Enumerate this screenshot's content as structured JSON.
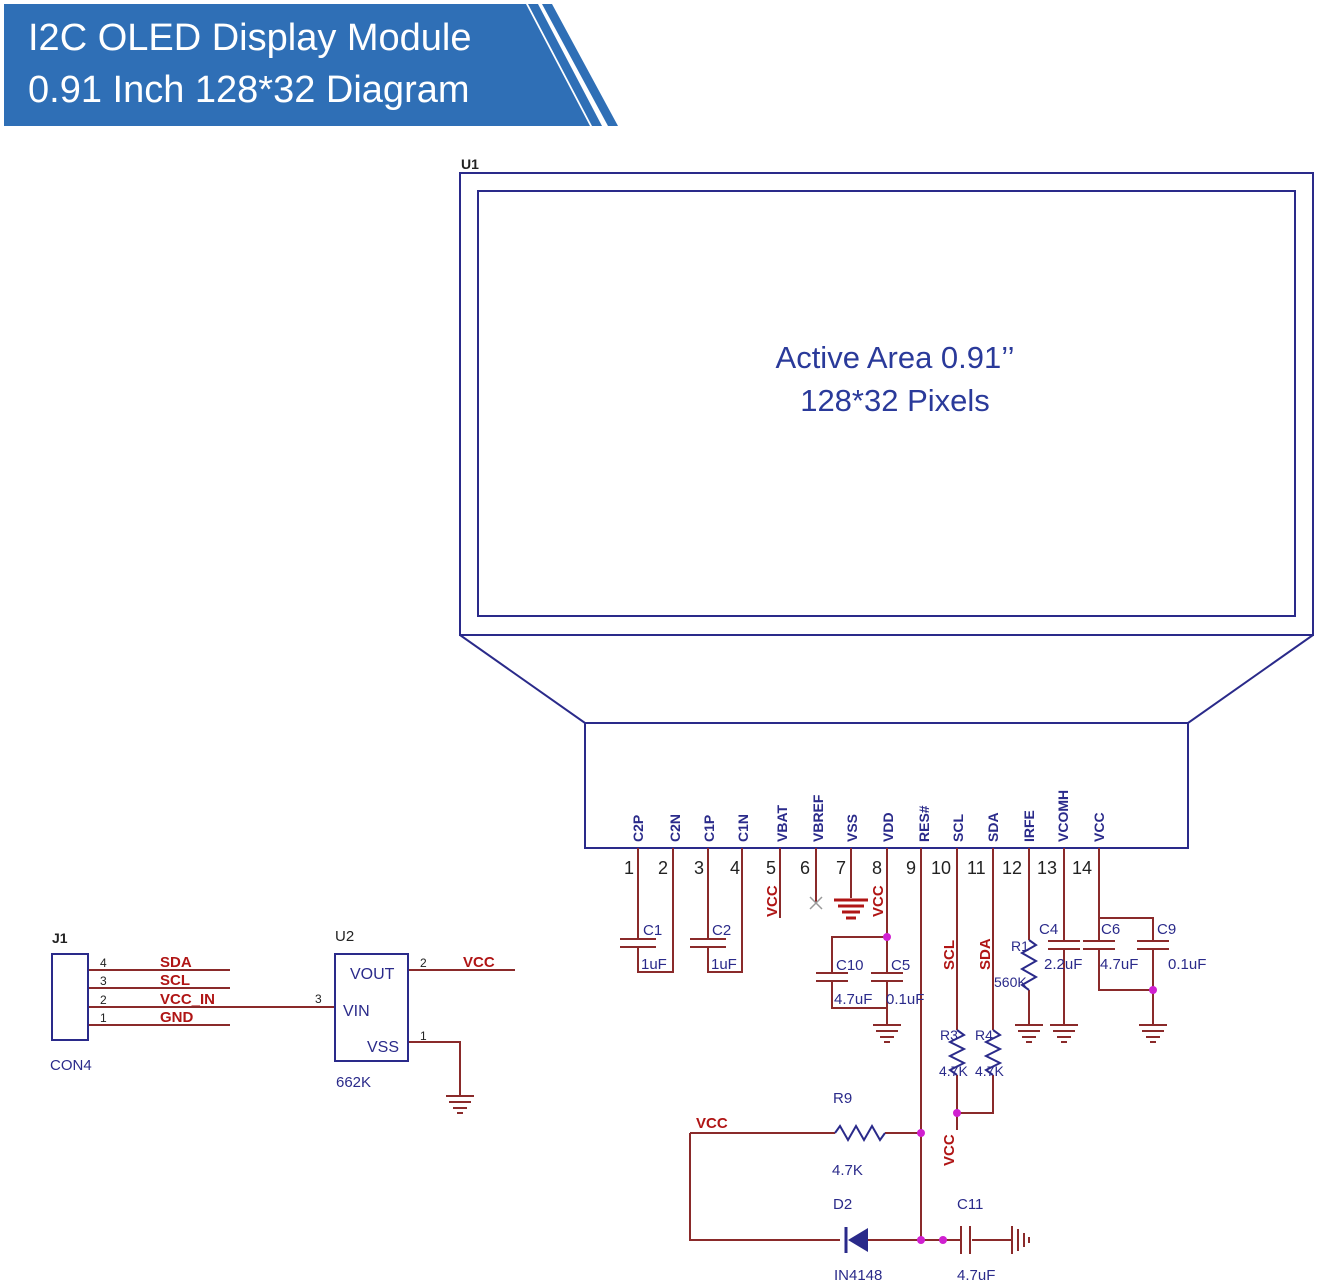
{
  "banner": {
    "title_line1": "I2C OLED Display Module",
    "title_line2": "0.91 Inch 128*32 Diagram",
    "bg_color": "#2f6fb6"
  },
  "display": {
    "ref": "U1",
    "active_line1": "Active Area 0.91’’",
    "active_line2": "128*32 Pixels",
    "pins": [
      {
        "num": "1",
        "name": "C2P"
      },
      {
        "num": "2",
        "name": "C2N"
      },
      {
        "num": "3",
        "name": "C1P"
      },
      {
        "num": "4",
        "name": "C1N"
      },
      {
        "num": "5",
        "name": "VBAT"
      },
      {
        "num": "6",
        "name": "VBREF"
      },
      {
        "num": "7",
        "name": "VSS"
      },
      {
        "num": "8",
        "name": "VDD"
      },
      {
        "num": "9",
        "name": "RES#"
      },
      {
        "num": "10",
        "name": "SCL"
      },
      {
        "num": "11",
        "name": "SDA"
      },
      {
        "num": "12",
        "name": "IRFE"
      },
      {
        "num": "13",
        "name": "VCOMH"
      },
      {
        "num": "14",
        "name": "VCC"
      }
    ]
  },
  "connector": {
    "ref": "J1",
    "part": "CON4",
    "pins": [
      {
        "num": "4",
        "net": "SDA"
      },
      {
        "num": "3",
        "net": "SCL"
      },
      {
        "num": "2",
        "net": "VCC_IN"
      },
      {
        "num": "1",
        "net": "GND"
      }
    ]
  },
  "regulator": {
    "ref": "U2",
    "part": "662K",
    "vout": "VOUT",
    "vin": "VIN",
    "vss": "VSS",
    "pin_vout": "2",
    "pin_vin": "3",
    "pin_vss": "1",
    "out_net": "VCC"
  },
  "nets": {
    "vcc_pin5": "VCC",
    "vcc_pin8": "VCC",
    "scl": "SCL",
    "sda": "SDA",
    "vcc_pullup": "VCC",
    "vcc_reset": "VCC"
  },
  "components": {
    "c1": {
      "ref": "C1",
      "value": "1uF"
    },
    "c2": {
      "ref": "C2",
      "value": "1uF"
    },
    "c10": {
      "ref": "C10",
      "value": "4.7uF"
    },
    "c5": {
      "ref": "C5",
      "value": "0.1uF"
    },
    "r1": {
      "ref": "R1",
      "value": "560K"
    },
    "c4": {
      "ref": "C4",
      "value": "2.2uF"
    },
    "c6": {
      "ref": "C6",
      "value": "4.7uF"
    },
    "c9": {
      "ref": "C9",
      "value": "0.1uF"
    },
    "r3": {
      "ref": "R3",
      "value": "4.7K"
    },
    "r4": {
      "ref": "R4",
      "value": "4.7K"
    },
    "r9": {
      "ref": "R9",
      "value": "4.7K"
    },
    "d2": {
      "ref": "D2",
      "value": "IN4148"
    },
    "c11": {
      "ref": "C11",
      "value": "4.7uF"
    }
  },
  "colors": {
    "outline": "#2a2a8a",
    "wire": "#8a2a2a",
    "net_label": "#b01515",
    "junction": "#d020d0",
    "text": "#222222",
    "active_text": "#2a3a9a"
  }
}
